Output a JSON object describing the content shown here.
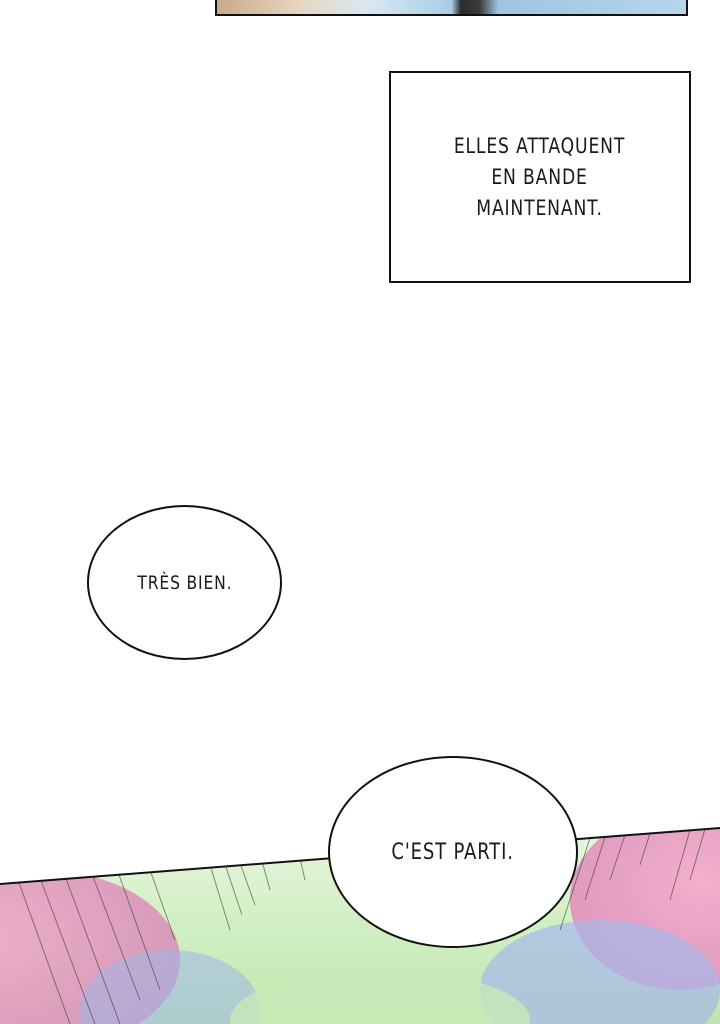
{
  "caption": {
    "text": "ELLES ATTAQUENT\nEN BANDE\nMAINTENANT."
  },
  "bubbles": [
    {
      "text": "TRÈS BIEN."
    },
    {
      "text": "C'EST PARTI."
    }
  ],
  "colors": {
    "ink": "#111111",
    "panel_green": "#d6f0c8",
    "panel_pink": "#e8a6c6",
    "panel_blue": "#9fb6e8"
  }
}
